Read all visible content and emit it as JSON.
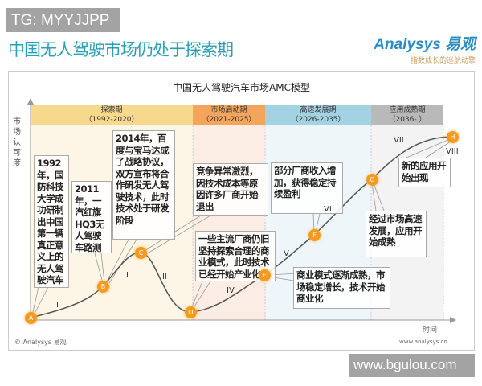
{
  "watermark_top": "TG: MYYJJPP",
  "watermark_bottom": "www.bgulou.com",
  "title": "中国无人驾驶市场仍处于探索期",
  "logo": {
    "name": "Analysys 易观",
    "slogan": "指数成长的巡航动擎"
  },
  "diagram": {
    "title": "中国无人驾驶汽车市场AMC模型",
    "y_label": "市场认可度",
    "x_label": "时间",
    "source": "© Analysys 易观",
    "site": "www.analysys.cn",
    "phases": [
      {
        "name": "探索期",
        "years": "（1992-2020）",
        "color": "#f6d98c"
      },
      {
        "name": "市场启动期",
        "years": "（2021-2025）",
        "color": "#f3a55c"
      },
      {
        "name": "高速发展期",
        "years": "（2026-2035）",
        "color": "#a3d2e2"
      },
      {
        "name": "应用成熟期",
        "years": "（2036- ）",
        "color": "#b9b9b9"
      }
    ],
    "points": [
      "A",
      "B",
      "C",
      "D",
      "E",
      "F",
      "G",
      "H"
    ],
    "stages": [
      "I",
      "II",
      "III",
      "IV",
      "V",
      "VI",
      "VII",
      "VIII"
    ],
    "callouts": [
      "1992年，国防科技大学成功研制出中国第一辆真正意义上的无人驾驶汽车",
      "2011年，一汽红旗HQ3无人驾驶车路测",
      "2014年，百度与宝马达成了战略协议，双方宣布将合作研发无人驾驶技术，此时技术处于研发阶段",
      "竞争异常激烈，因技术成本等原因许多厂商开始退出",
      "一些主流厂商仍旧坚持探索合理的商业模式，此时技术已经开始产业化",
      "部分厂商收入增加，获得稳定持续盈利",
      "商业模式逐渐成熟，市场稳定增长，技术开始商业化",
      "经过市场高速发展，应用开始成熟",
      "新的应用开始出现"
    ]
  }
}
